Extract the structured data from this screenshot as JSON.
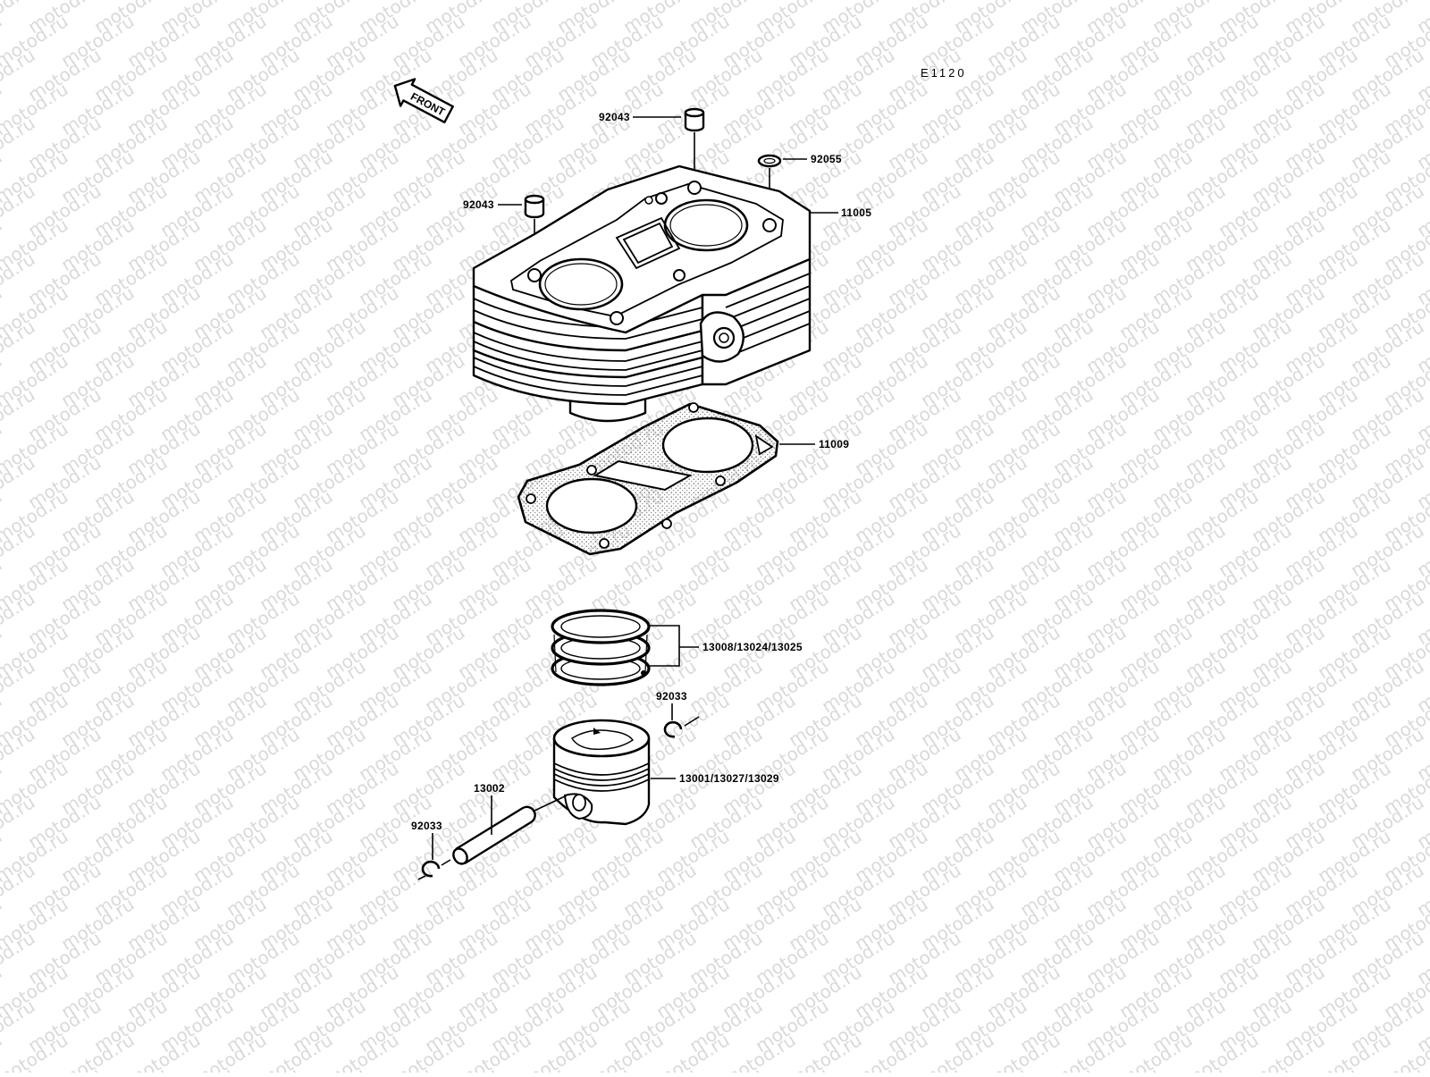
{
  "diagram_code": "E1120",
  "front_label": "FRONT",
  "watermark": "motod.ru",
  "parts": {
    "dowel_top": "92043",
    "dowel_left": "92043",
    "oring": "92055",
    "cylinder": "11005",
    "gasket": "11009",
    "rings": "13008/13024/13025",
    "piston": "13001/13027/13029",
    "pin": "13002",
    "clip_right": "92033",
    "clip_left": "92033"
  }
}
